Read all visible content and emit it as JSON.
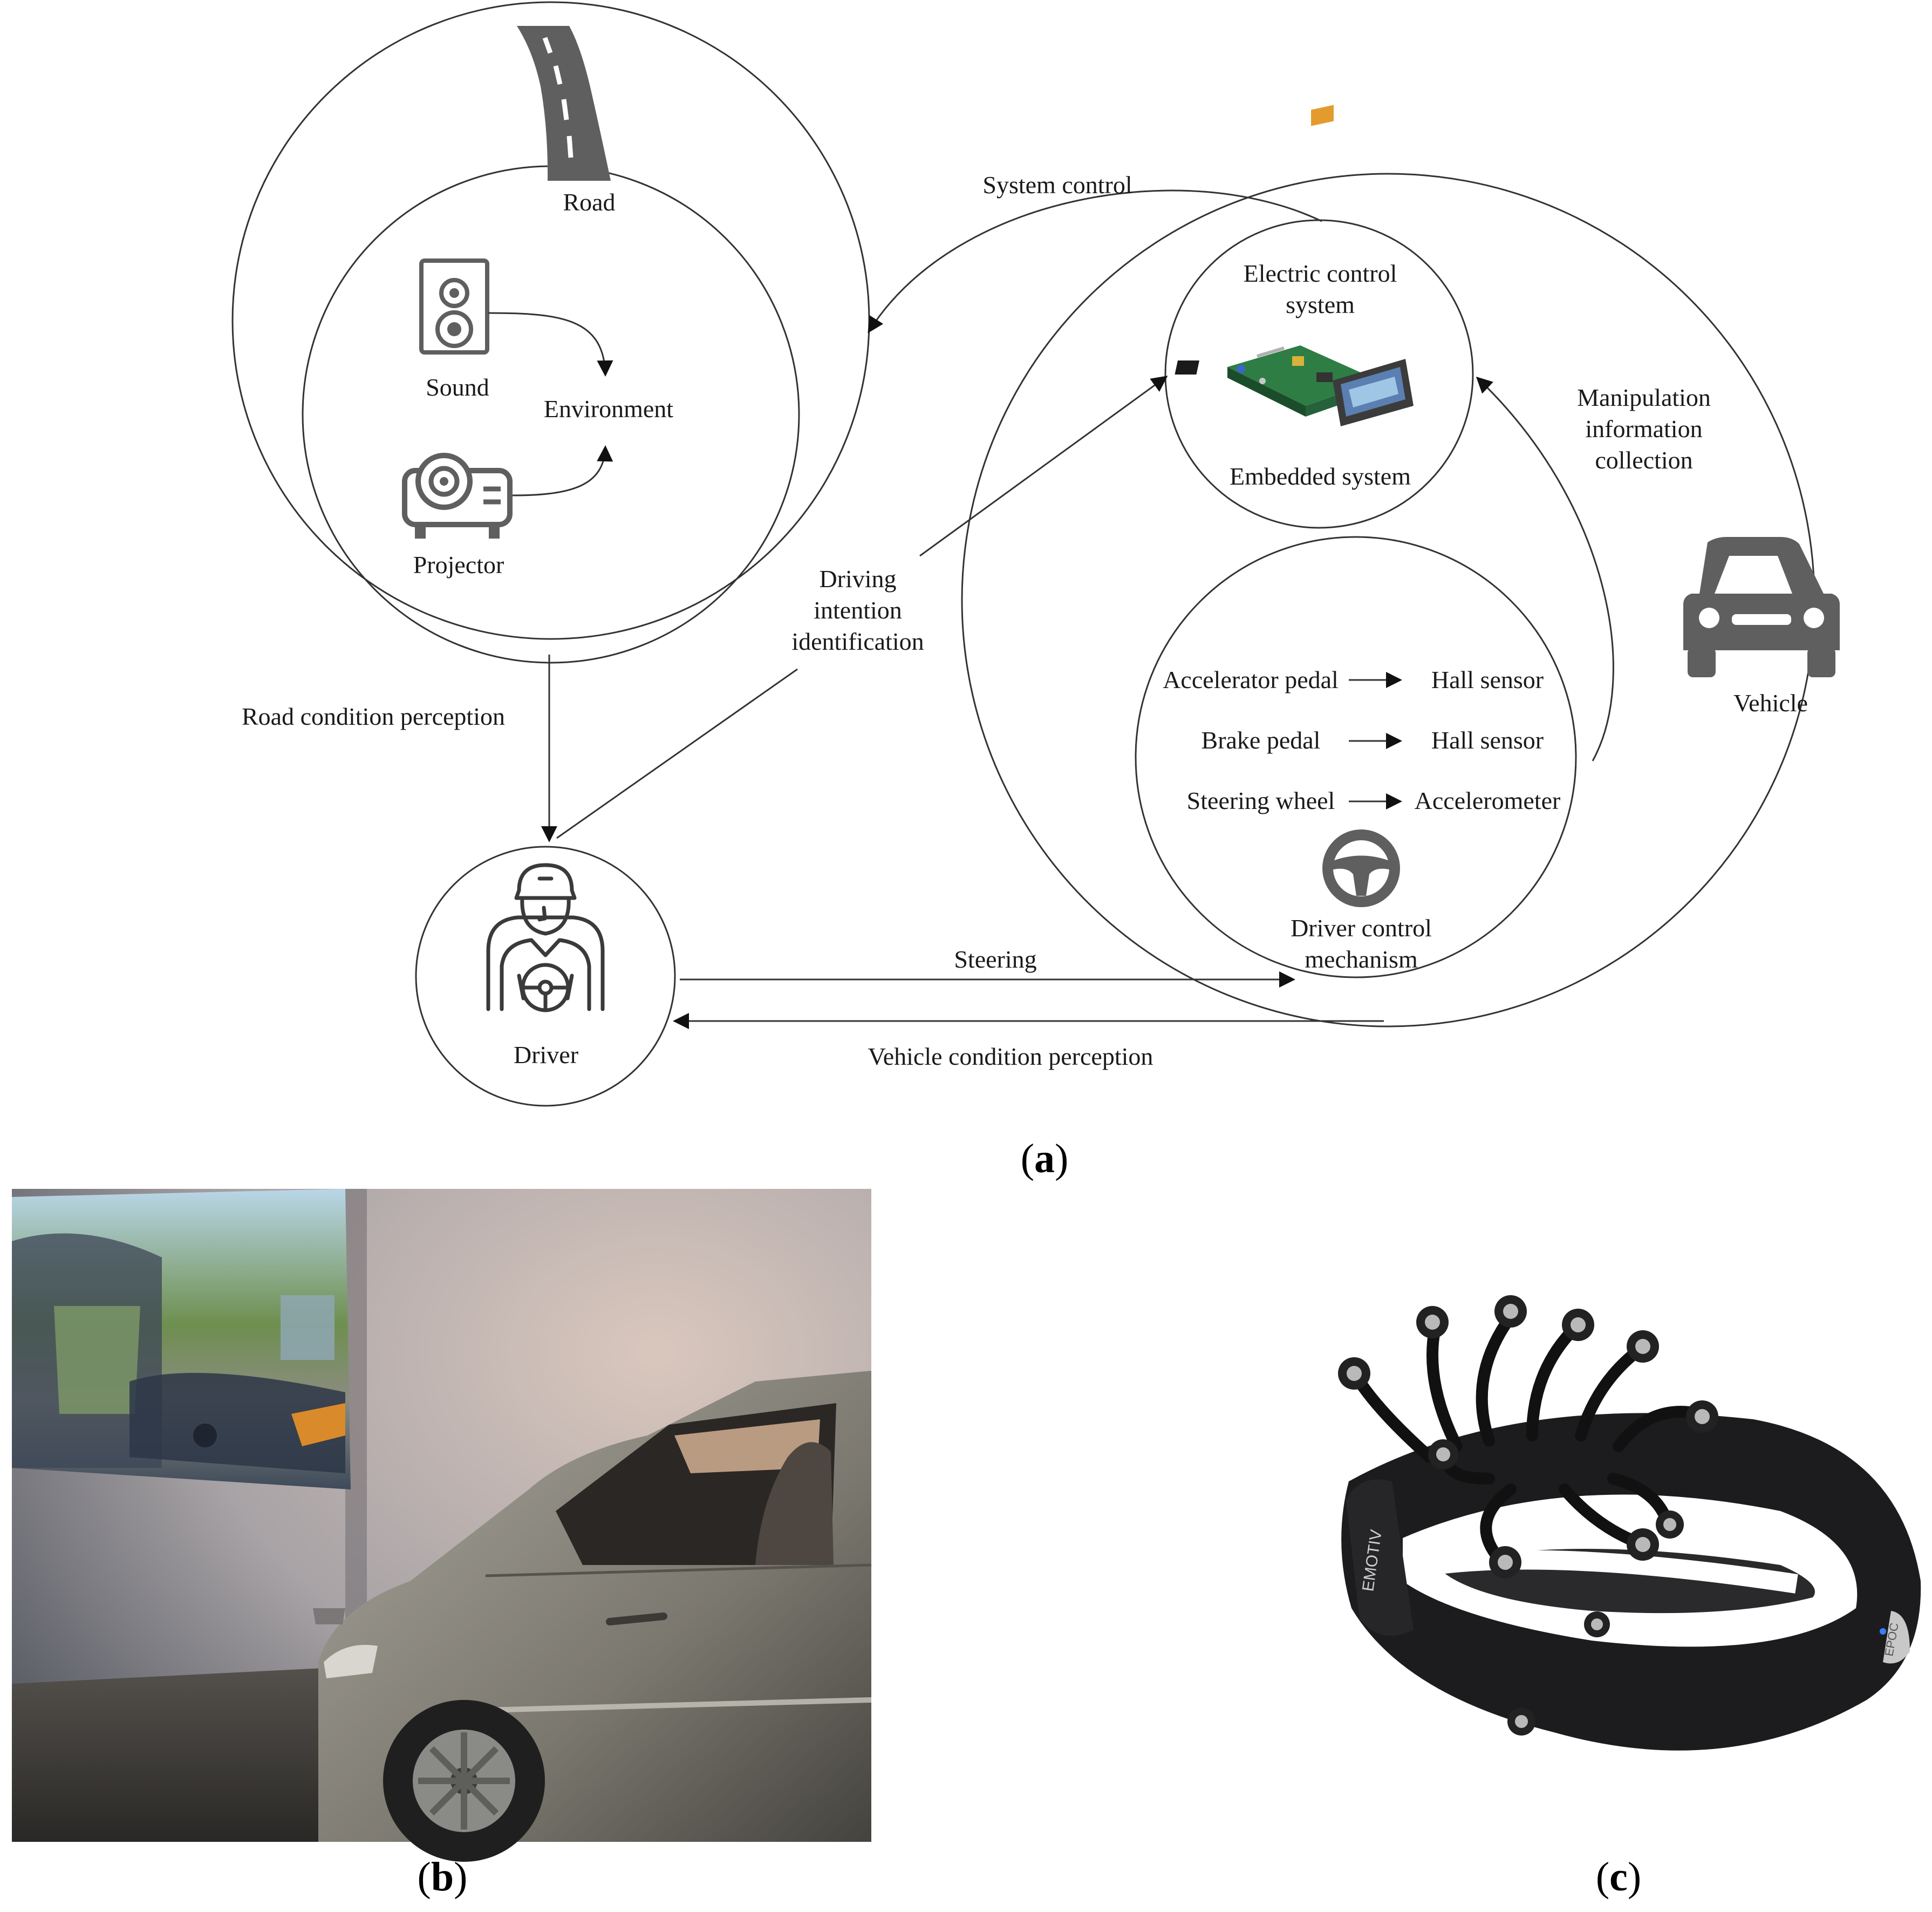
{
  "diagram": {
    "labels": {
      "road": "Road",
      "sound": "Sound",
      "environment": "Environment",
      "projector": "Projector",
      "system_control": "System control",
      "electric_control_line1": "Electric control",
      "electric_control_line2": "system",
      "embedded_system": "Embedded system",
      "manipulation_line1": "Manipulation",
      "manipulation_line2": "information",
      "manipulation_line3": "collection",
      "vehicle": "Vehicle",
      "driving_intention_line1": "Driving",
      "driving_intention_line2": "intention",
      "driving_intention_line3": "identification",
      "road_condition_perception": "Road condition perception",
      "accelerator_pedal": "Accelerator pedal",
      "hall_sensor_1": "Hall sensor",
      "brake_pedal": "Brake pedal",
      "hall_sensor_2": "Hall sensor",
      "steering_wheel": "Steering wheel",
      "accelerometer": "Accelerometer",
      "driver_control_line1": "Driver control",
      "driver_control_line2": "mechanism",
      "steering": "Steering",
      "driver": "Driver",
      "vehicle_condition_perception": "Vehicle condition perception"
    },
    "icons": [
      "road-icon",
      "speaker-icon",
      "projector-icon",
      "circuit-board-icon",
      "car-icon",
      "steering-wheel-icon",
      "driver-icon"
    ]
  },
  "captions": {
    "a": {
      "open": "(",
      "letter": "a",
      "close": ")"
    },
    "b": {
      "open": "(",
      "letter": "b",
      "close": ")"
    },
    "c": {
      "open": "(",
      "letter": "c",
      "close": ")"
    }
  },
  "photos": {
    "b": {
      "subject": "driving-simulator-photo"
    },
    "c": {
      "subject": "eeg-headset-photo",
      "brand_text_1": "EMOTIV",
      "brand_text_2": "EPOC"
    }
  },
  "colors": {
    "icon": "#5f5f5f",
    "line": "#333333"
  }
}
